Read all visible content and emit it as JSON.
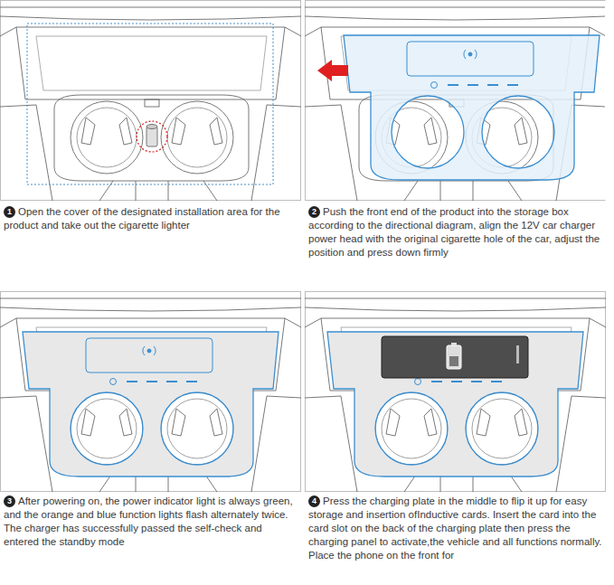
{
  "diagram": {
    "nodes": [
      {
        "text": [
          "1"
        ]
      },
      {
        "text": [
          "2"
        ]
      },
      {
        "text": [
          "3"
        ]
      },
      {
        "text": [
          "4"
        ]
      }
    ],
    "labels": [
      "Open the cover of the designated installation area for the product and take out the cigarette lighter",
      "Push the front end of the product into the storage box according to the directional diagram, align the 12V car charger power head with the original cigarette hole of the car, adjust the position and press down firmly",
      "After powering on, the power indicator light is always green, and the orange and blue function lights flash alternately twice. The charger has successfully passed the self-check and entered the standby mode",
      "Press the charging plate in the middle to flip it up for easy storage and insertion ofInductive cards. Insert the card into the card slot on the back of the charging plate then press the charging panel to activate,the vehicle and all functions normally. Place the phone on the front for"
    ]
  }
}
